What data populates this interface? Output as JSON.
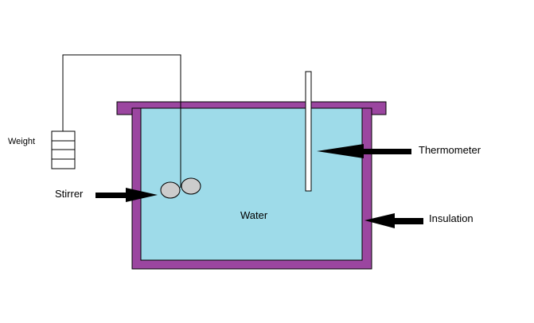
{
  "labels": {
    "weight": "Weight",
    "stirrer": "Stirrer",
    "water": "Water",
    "thermometer": "Thermometer",
    "insulation": "Insulation"
  },
  "colors": {
    "insulation": "#9b46a0",
    "water": "#9edbe9",
    "stirrer_paddle": "#cccccc",
    "thermometer": "#ffffff",
    "line": "#000000"
  }
}
